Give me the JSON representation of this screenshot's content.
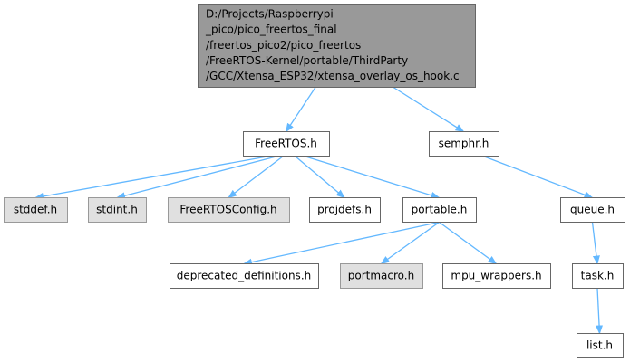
{
  "graph": {
    "title": "",
    "colors": {
      "edge": "#63B8FF",
      "root_fill": "#999999",
      "root_border": "#666666",
      "node_fill": "#ffffff",
      "node_border": "#666666",
      "external_fill": "#e0e0e0",
      "external_border": "#999999"
    },
    "nodes": [
      {
        "id": "root",
        "kind": "root",
        "lines": [
          "D:/Projects/Raspberrypi",
          "_pico/pico_freertos_final",
          "/freertos_pico2/pico_freertos",
          "/FreeRTOS-Kernel/portable/ThirdParty",
          "/GCC/Xtensa_ESP32/xtensa_overlay_os_hook.c"
        ]
      },
      {
        "id": "freertos_h",
        "kind": "file",
        "lines": [
          "FreeRTOS.h"
        ]
      },
      {
        "id": "semphr_h",
        "kind": "file",
        "lines": [
          "semphr.h"
        ]
      },
      {
        "id": "stddef_h",
        "kind": "external",
        "lines": [
          "stddef.h"
        ]
      },
      {
        "id": "stdint_h",
        "kind": "external",
        "lines": [
          "stdint.h"
        ]
      },
      {
        "id": "freertosconfig_h",
        "kind": "external",
        "lines": [
          "FreeRTOSConfig.h"
        ]
      },
      {
        "id": "projdefs_h",
        "kind": "file",
        "lines": [
          "projdefs.h"
        ]
      },
      {
        "id": "portable_h",
        "kind": "file",
        "lines": [
          "portable.h"
        ]
      },
      {
        "id": "queue_h",
        "kind": "file",
        "lines": [
          "queue.h"
        ]
      },
      {
        "id": "deprecated_definitions_h",
        "kind": "file",
        "lines": [
          "deprecated_definitions.h"
        ]
      },
      {
        "id": "portmacro_h",
        "kind": "external",
        "lines": [
          "portmacro.h"
        ]
      },
      {
        "id": "mpu_wrappers_h",
        "kind": "file",
        "lines": [
          "mpu_wrappers.h"
        ]
      },
      {
        "id": "task_h",
        "kind": "file",
        "lines": [
          "task.h"
        ]
      },
      {
        "id": "list_h",
        "kind": "file",
        "lines": [
          "list.h"
        ]
      }
    ],
    "edges": [
      {
        "from": "root",
        "to": "freertos_h"
      },
      {
        "from": "root",
        "to": "semphr_h"
      },
      {
        "from": "freertos_h",
        "to": "stddef_h"
      },
      {
        "from": "freertos_h",
        "to": "stdint_h"
      },
      {
        "from": "freertos_h",
        "to": "freertosconfig_h"
      },
      {
        "from": "freertos_h",
        "to": "projdefs_h"
      },
      {
        "from": "freertos_h",
        "to": "portable_h"
      },
      {
        "from": "semphr_h",
        "to": "queue_h"
      },
      {
        "from": "portable_h",
        "to": "deprecated_definitions_h"
      },
      {
        "from": "portable_h",
        "to": "portmacro_h"
      },
      {
        "from": "portable_h",
        "to": "mpu_wrappers_h"
      },
      {
        "from": "queue_h",
        "to": "task_h"
      },
      {
        "from": "task_h",
        "to": "list_h"
      }
    ]
  }
}
